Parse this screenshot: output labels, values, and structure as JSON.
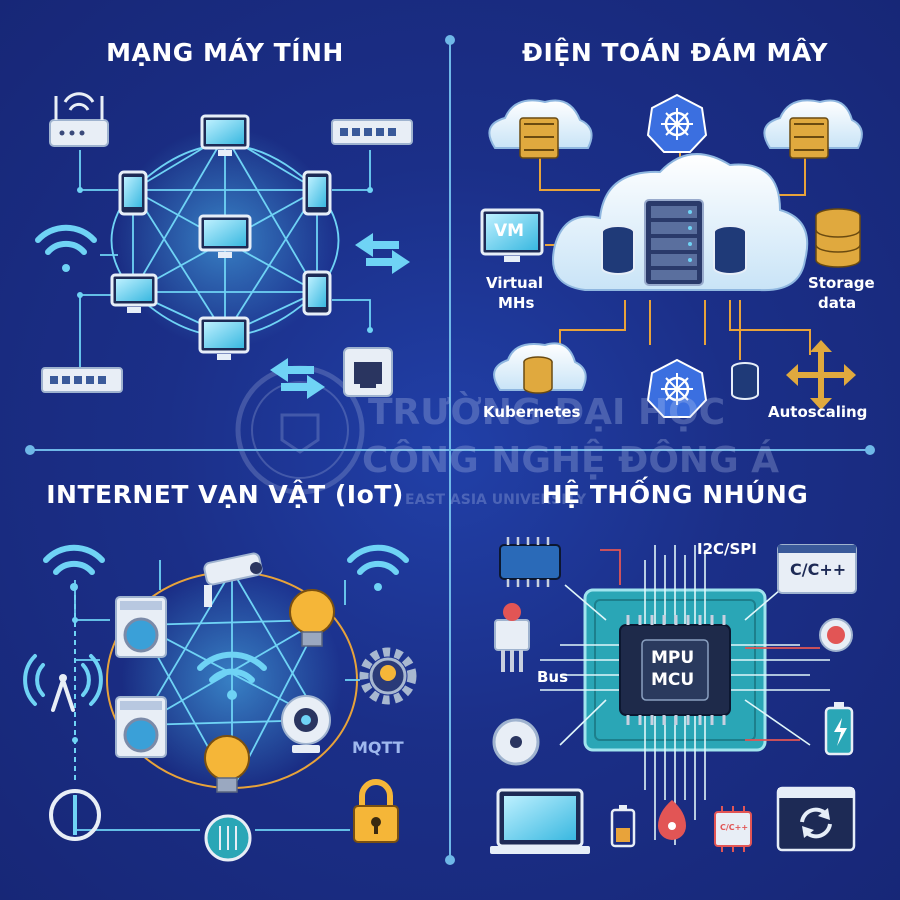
{
  "quadrants": {
    "top_left": {
      "title": "MẠNG MÁY TÍNH"
    },
    "top_right": {
      "title": "ĐIỆN TOÁN ĐÁM MÂY",
      "vm_screen": "VM",
      "virtual_label_1": "Virtual",
      "virtual_label_2": "MHs",
      "storage_label_1": "Storage",
      "storage_label_2": "data",
      "kubernetes_label": "Kubernetes",
      "autoscaling_label": "Autoscaling"
    },
    "bottom_left": {
      "title": "INTERNET VẠN VẬT (IoT)",
      "mqtt_label": "MQTT"
    },
    "bottom_right": {
      "title": "HỆ THỐNG NHÚNG",
      "protocol_label": "I2C/SPI",
      "language_label": "C/C++",
      "bus_label": "Bus",
      "chip_line_1": "MPU",
      "chip_line_2": "MCU",
      "small_chip_label": "C/C++"
    }
  },
  "watermark": {
    "line_1": "TRƯỜNG ĐẠI HỌC",
    "line_2": "CÔNG NGHỆ ĐÔNG Á",
    "line_3": "EAST ASIA UNIVERSITY"
  },
  "colors": {
    "background": "#1b2f88",
    "line_cyan": "#6fd3f5",
    "line_orange": "#e8a33a",
    "line_red": "#e25555",
    "board_teal": "#2aa6b6"
  }
}
